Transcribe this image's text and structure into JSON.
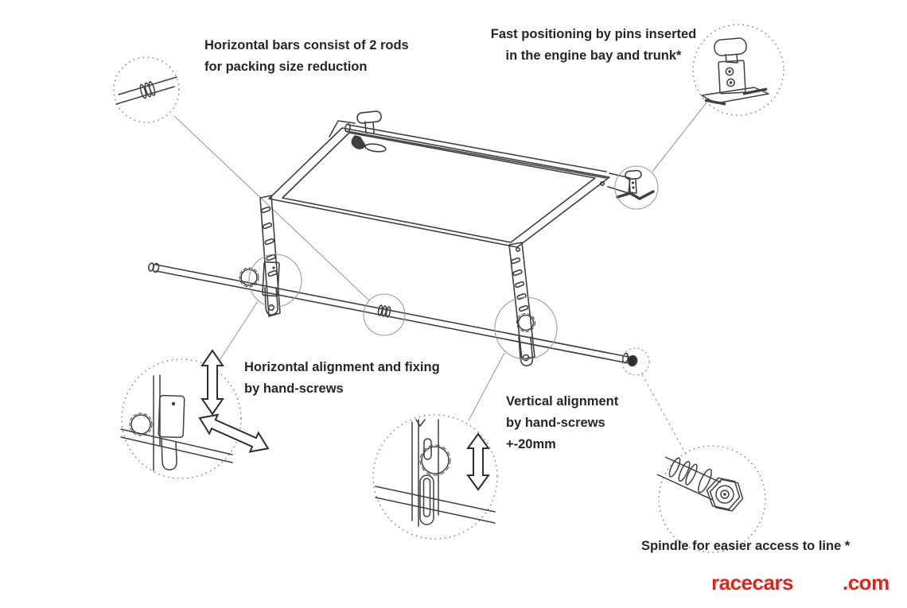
{
  "colors": {
    "background": "#ffffff",
    "line": "#3f3f3f",
    "light_line": "#9a9a9a",
    "text": "#262626",
    "logo_red": "#e2231a"
  },
  "annotations": {
    "packing_rods": {
      "line1": "Horizontal bars consist of 2 rods",
      "line2": "for packing size reduction"
    },
    "fast_positioning": {
      "line1": "Fast positioning by pins inserted",
      "line2": "in the engine bay and trunk*"
    },
    "horizontal_alignment": {
      "line1": "Horizontal alignment and fixing",
      "line2": "by hand-screws"
    },
    "vertical_alignment": {
      "line1": "Vertical alignment",
      "line2": "by hand-screws",
      "line3": "+-20mm"
    },
    "spindle": {
      "line1": "Spindle for easier access to line *"
    }
  },
  "logo": {
    "first": "racecars",
    "second": ".com",
    "color": "#e2231a"
  }
}
